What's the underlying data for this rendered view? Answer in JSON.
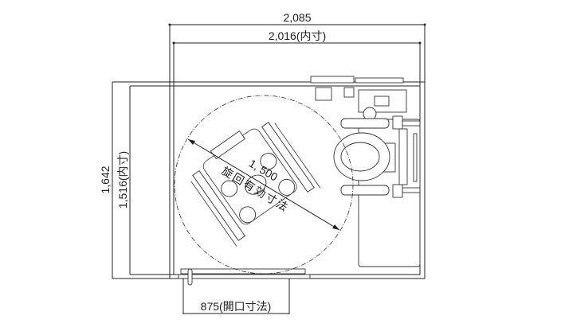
{
  "dimensions": {
    "outer_width": "2,085",
    "inner_width": "2,016(内寸)",
    "outer_depth": "1,642",
    "inner_depth": "1,516(内寸)",
    "door_opening": "875(開口寸法)",
    "turning_diameter": "1, 500",
    "turning_label": "旋回有効寸法"
  }
}
